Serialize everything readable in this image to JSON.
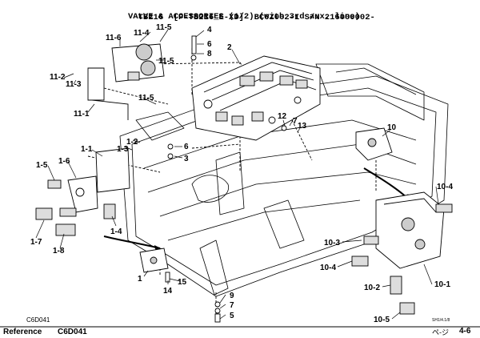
{
  "header": {
    "model": "TB216",
    "code": "[P-TB216_E-XD]",
    "sheet": "BC6Z002-1",
    "serial": "S/N 216000002-",
    "title": "VALVE & ACCESSORIES (1/2) (with 3rd aux. line)"
  },
  "callouts": [
    {
      "id": "c1",
      "text": "11-4"
    },
    {
      "id": "c2",
      "text": "11-5"
    },
    {
      "id": "c3",
      "text": "11-6"
    },
    {
      "id": "c4",
      "text": "11-5"
    },
    {
      "id": "c5",
      "text": "11-2"
    },
    {
      "id": "c6",
      "text": "11-3"
    },
    {
      "id": "c7",
      "text": "11-1"
    },
    {
      "id": "c8",
      "text": "11-5"
    },
    {
      "id": "c9",
      "text": "4"
    },
    {
      "id": "c10",
      "text": "6"
    },
    {
      "id": "c11",
      "text": "8"
    },
    {
      "id": "c12",
      "text": "2"
    },
    {
      "id": "c13",
      "text": "12"
    },
    {
      "id": "c14",
      "text": "7"
    },
    {
      "id": "c15",
      "text": "13"
    },
    {
      "id": "c16",
      "text": "10"
    },
    {
      "id": "c17",
      "text": "1-1"
    },
    {
      "id": "c18",
      "text": "1-3"
    },
    {
      "id": "c19",
      "text": "1-2"
    },
    {
      "id": "c20",
      "text": "6"
    },
    {
      "id": "c21",
      "text": "3"
    },
    {
      "id": "c22",
      "text": "1-5"
    },
    {
      "id": "c23",
      "text": "1-6"
    },
    {
      "id": "c24",
      "text": "1-4"
    },
    {
      "id": "c25",
      "text": "1-7"
    },
    {
      "id": "c26",
      "text": "1-8"
    },
    {
      "id": "c27",
      "text": "1"
    },
    {
      "id": "c28",
      "text": "14"
    },
    {
      "id": "c29",
      "text": "15"
    },
    {
      "id": "c30",
      "text": "9"
    },
    {
      "id": "c31",
      "text": "7"
    },
    {
      "id": "c32",
      "text": "5"
    },
    {
      "id": "c33",
      "text": "10-4"
    },
    {
      "id": "c34",
      "text": "10-3"
    },
    {
      "id": "c35",
      "text": "10-4"
    },
    {
      "id": "c36",
      "text": "10-2"
    },
    {
      "id": "c37",
      "text": "10-1"
    },
    {
      "id": "c38",
      "text": "10-5"
    }
  ],
  "footer": {
    "drawing_code": "C6D041",
    "reference_label": "Reference",
    "reference_value": "C6D041",
    "small_code": "SH1/4.1/8",
    "page_label": "ペ-ジ",
    "page_number": "4-6"
  }
}
